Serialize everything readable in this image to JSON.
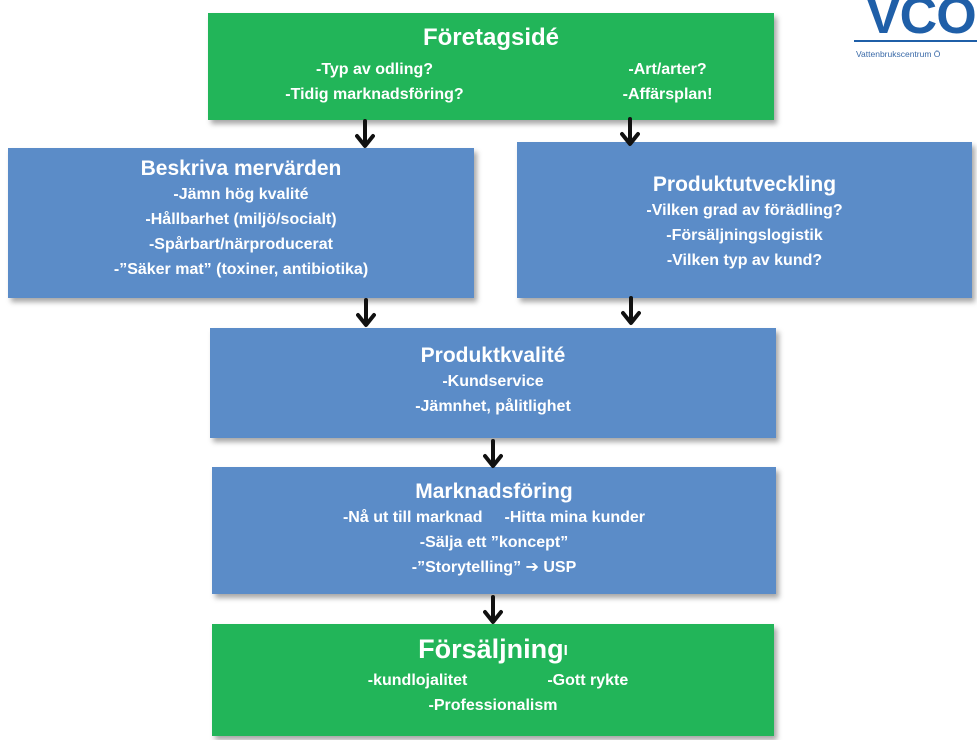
{
  "logo": {
    "mark": "VCO",
    "subtitle": "Vattenbrukscentrum Ö"
  },
  "boxes": {
    "foretagside": {
      "title": "Företagsidé",
      "left_lines": [
        "-Typ av odling?",
        "-Tidig marknadsföring?"
      ],
      "right_lines": [
        "-Art/arter?",
        "-Affärsplan!"
      ]
    },
    "mervarden": {
      "title": "Beskriva mervärden",
      "lines": [
        "-Jämn hög kvalité",
        "-Hållbarhet (miljö/socialt)",
        "-Spårbart/närproducerat",
        "-”Säker mat”  (toxiner, antibiotika)"
      ]
    },
    "produktutveckling": {
      "title": "Produktutveckling",
      "lines": [
        "-Vilken grad av förädling?",
        "-Försäljningslogistik",
        "-Vilken typ av kund?"
      ]
    },
    "produktkvalite": {
      "title": "Produktkvalité",
      "lines": [
        "-Kundservice",
        "-Jämnhet, pålitlighet"
      ]
    },
    "marknadsforing": {
      "title": "Marknadsföring",
      "row_left": "-Nå ut till marknad",
      "row_right": "-Hitta mina kunder",
      "lines": [
        "-Sälja ett ”koncept”",
        "-”Storytelling” ➔ USP"
      ]
    },
    "forsaljning": {
      "title": "Försäljning",
      "title_suffix": "I",
      "row_left": "-kundlojalitet",
      "row_right": "-Gott rykte",
      "lines": [
        "-Professionalism"
      ]
    }
  },
  "colors": {
    "green": "#22b559",
    "blue": "#5b8cc8",
    "arrow": "#111111",
    "logo": "#1f5fa8"
  },
  "arrow_icon": "down-arrow-icon"
}
